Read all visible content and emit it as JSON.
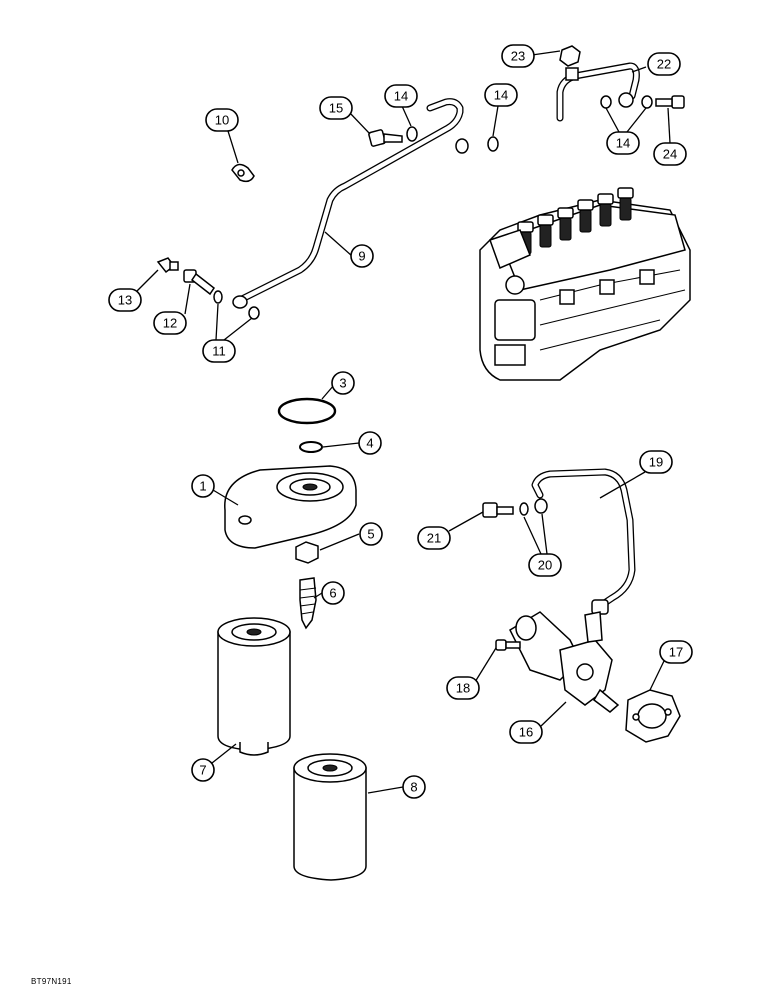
{
  "figure_id": "BT97N191",
  "callouts": [
    {
      "label": "1"
    },
    {
      "label": "3"
    },
    {
      "label": "4"
    },
    {
      "label": "5"
    },
    {
      "label": "6"
    },
    {
      "label": "7"
    },
    {
      "label": "8"
    },
    {
      "label": "9"
    },
    {
      "label": "10"
    },
    {
      "label": "11"
    },
    {
      "label": "12"
    },
    {
      "label": "13"
    },
    {
      "label": "14"
    },
    {
      "label": "14"
    },
    {
      "label": "14"
    },
    {
      "label": "15"
    },
    {
      "label": "16"
    },
    {
      "label": "17"
    },
    {
      "label": "18"
    },
    {
      "label": "19"
    },
    {
      "label": "20"
    },
    {
      "label": "21"
    },
    {
      "label": "22"
    },
    {
      "label": "23"
    },
    {
      "label": "24"
    }
  ]
}
